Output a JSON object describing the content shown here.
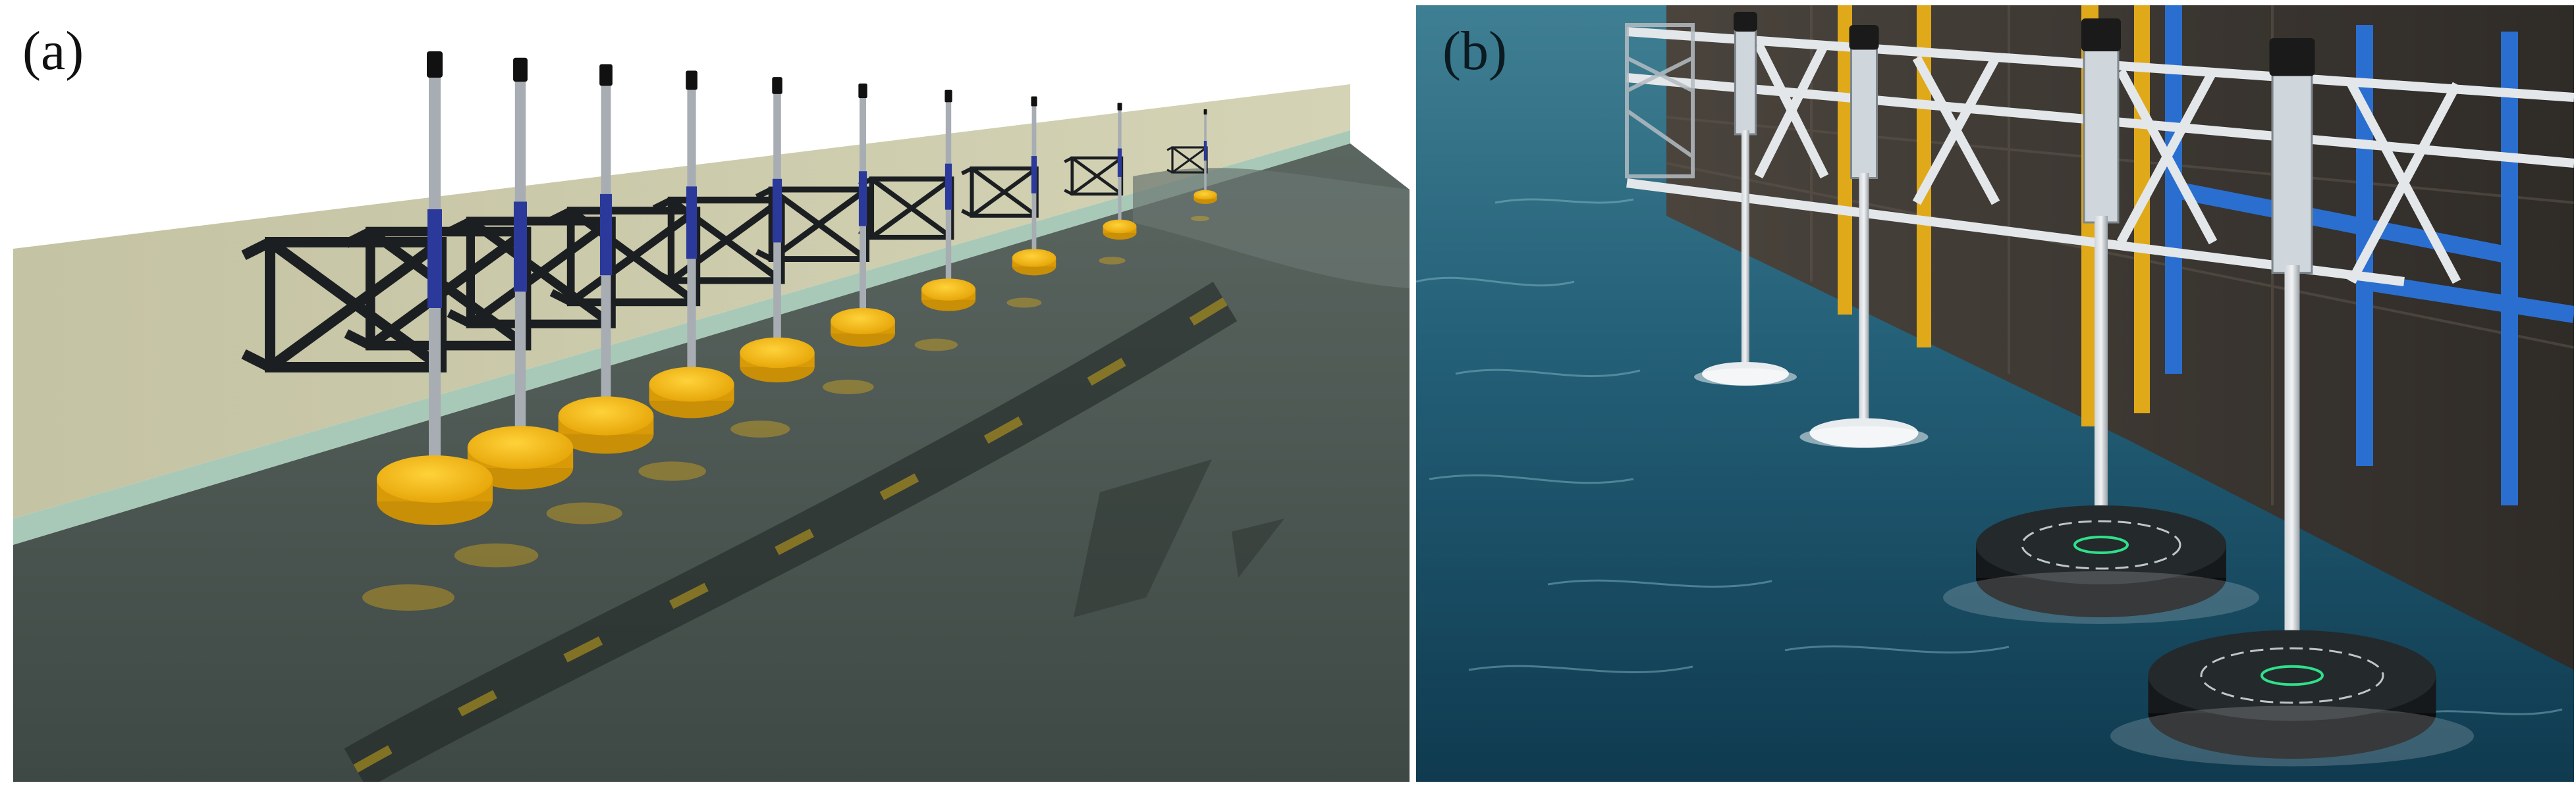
{
  "panels": {
    "a": {
      "label": "(a)",
      "description_icon": "wave-energy-converter-render",
      "colors": {
        "wall": "#c9c8a6",
        "water": "#4a5550",
        "float": "#f5b90f",
        "frame": "#1c1f22",
        "pole": "#a7adb2",
        "accent": "#2b3a9a"
      }
    },
    "b": {
      "label": "(b)",
      "description_icon": "wave-energy-converter-photo",
      "colors": {
        "sea": "#1f5f78",
        "quay": "#3a3530",
        "blue_frame": "#2a6fd0",
        "yellow_pillar": "#e0a91a",
        "float_white": "#e8ecee",
        "float_black": "#15191b"
      }
    }
  }
}
